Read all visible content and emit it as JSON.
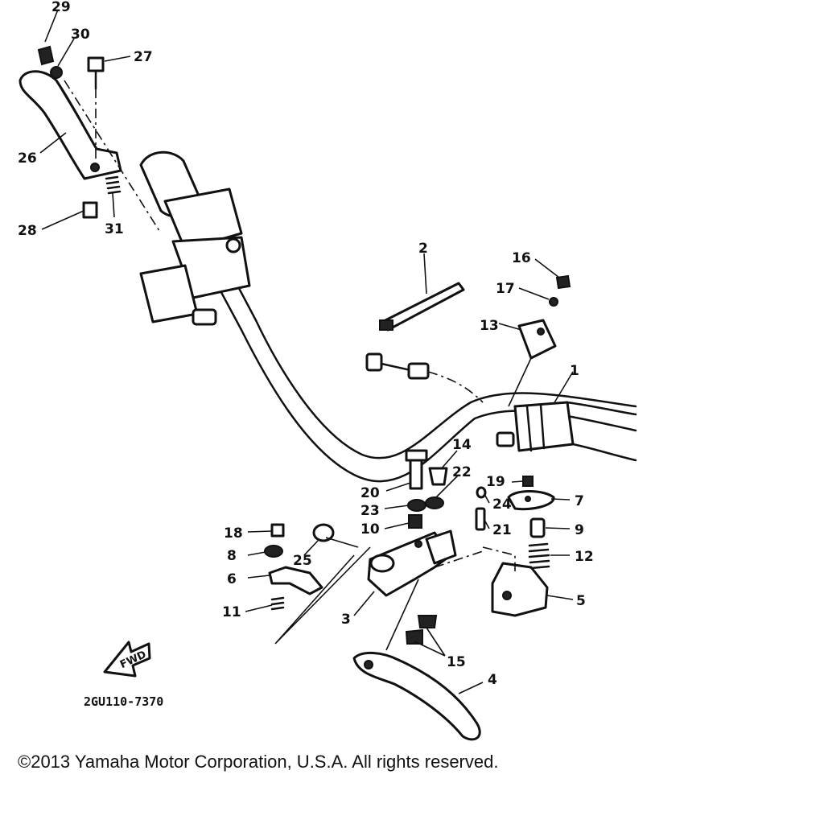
{
  "callouts": {
    "c1": "1",
    "c2": "2",
    "c3": "3",
    "c4": "4",
    "c5": "5",
    "c6": "6",
    "c7": "7",
    "c8": "8",
    "c9": "9",
    "c10": "10",
    "c11": "11",
    "c12": "12",
    "c13": "13",
    "c14": "14",
    "c15": "15",
    "c16": "16",
    "c17": "17",
    "c18": "18",
    "c19": "19",
    "c20": "20",
    "c21": "21",
    "c22": "22",
    "c23": "23",
    "c24": "24",
    "c25": "25",
    "c26": "26",
    "c27": "27",
    "c28": "28",
    "c29": "29",
    "c30": "30",
    "c31": "31"
  },
  "fwd_label": "FWD",
  "catalog_code": "2GU110-7370",
  "copyright": "©2013 Yamaha Motor Corporation, U.S.A. All rights reserved."
}
